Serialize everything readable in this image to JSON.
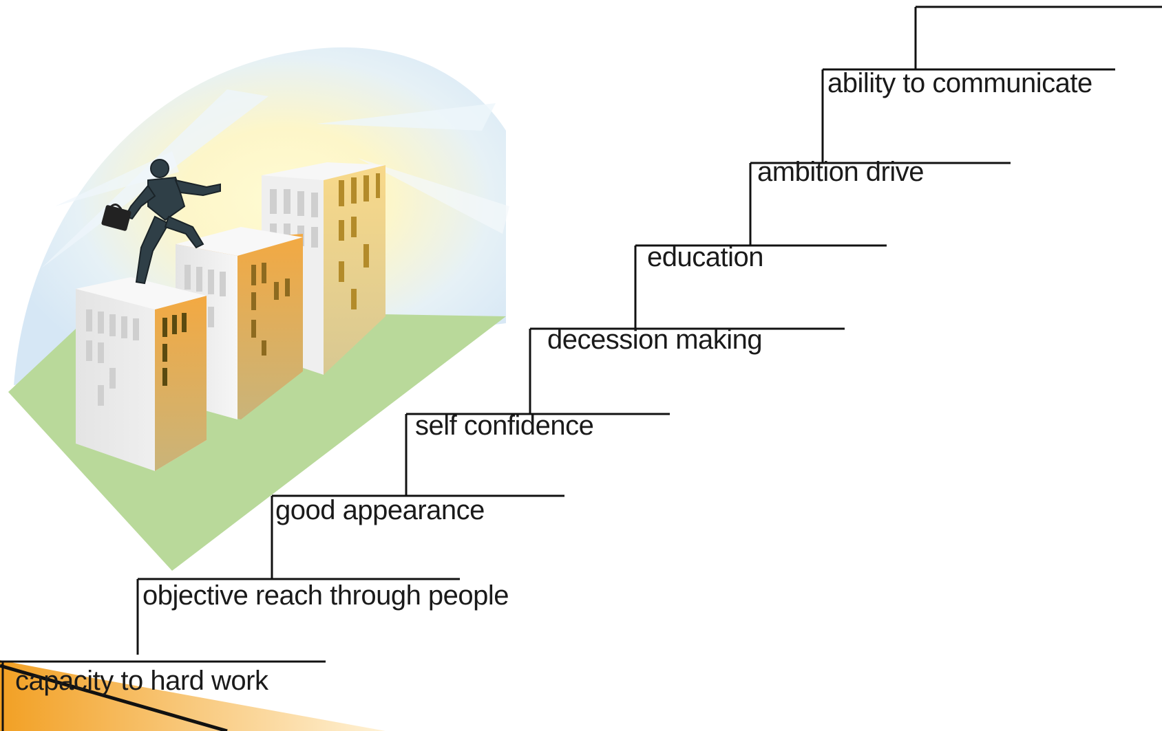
{
  "diagram": {
    "type": "staircase",
    "steps": [
      {
        "label": "capacity to hard work"
      },
      {
        "label": "objective reach through people"
      },
      {
        "label": "good appearance"
      },
      {
        "label": "self confidence"
      },
      {
        "label": "decession making"
      },
      {
        "label": "education"
      },
      {
        "label": "ambition drive"
      },
      {
        "label": "ability to communicate"
      }
    ]
  },
  "colors": {
    "line": "#111111",
    "sky": "#dcecf7",
    "sun": "#fff8c8",
    "ground": "#b9d99a",
    "building_front": "#ececec",
    "building_side": "#f1b955",
    "accent_corner": "#f2b23a"
  },
  "illustration": {
    "icon": "businessman-on-buildings-icon"
  }
}
